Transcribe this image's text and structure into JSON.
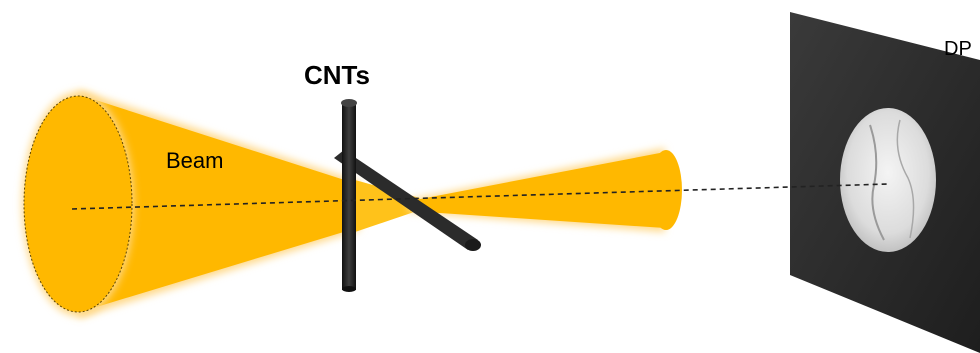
{
  "labels": {
    "cnts": "CNTs",
    "beam": "Beam",
    "detector": "DP"
  },
  "colors": {
    "beam_fill": "#ffb800",
    "beam_glow": "#ffd98a",
    "tube": "#2b2b2b",
    "screen": "#2a2a2a",
    "pattern": "#e2e2e2",
    "axis_line": "#222222"
  },
  "icons": {
    "beam": "cone-shape",
    "nanotube": "cylinder-rod",
    "detector": "plane-screen"
  }
}
